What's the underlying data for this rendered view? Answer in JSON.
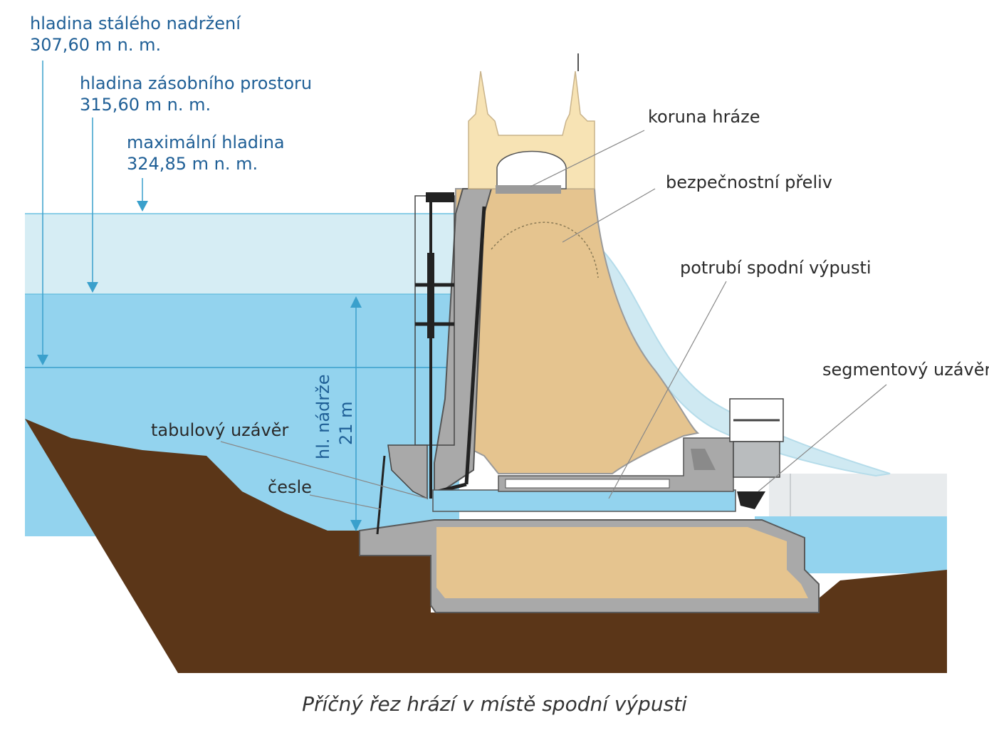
{
  "levels": [
    {
      "name": "hladina stálého nadržení",
      "value": "307,60 m n. m."
    },
    {
      "name": "hladina zásobního prostoru",
      "value": "315,60 m n. m."
    },
    {
      "name": "maximální hladina",
      "value": "324,85 m n. m."
    }
  ],
  "labels": {
    "crest": "koruna hráze",
    "spillway": "bezpečnostní přeliv",
    "outlet_pipe": "potrubí spodní výpusti",
    "segment_gate": "segmentový uzávěr",
    "slide_gate": "tabulový uzávěr",
    "trash_rack": "česle",
    "depth_line1": "hl. nádrže",
    "depth_line2": "21 m"
  },
  "caption": "Příčný řez hrází v místě spodní výpusti",
  "colors": {
    "water_light": "#cfe9f2",
    "water_mid": "#93d3ee",
    "ground": "#5b3618",
    "dam_fill": "#e5c48f",
    "tower": "#f7e3b4",
    "concrete": "#a9a9a9",
    "label_blue": "#1f5f96"
  }
}
